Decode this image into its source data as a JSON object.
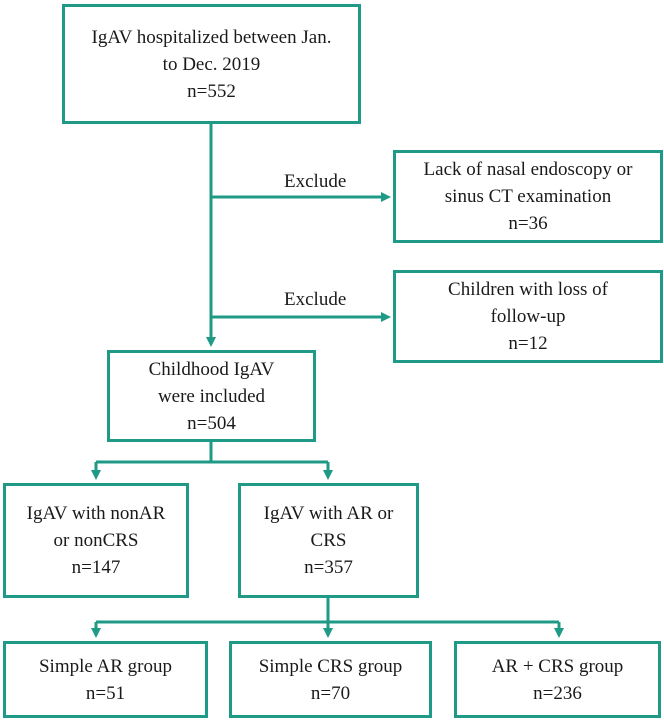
{
  "colors": {
    "border": "#1f9a86",
    "text": "#1a1a1a",
    "background": "#ffffff"
  },
  "boxes": {
    "hospitalized": {
      "lines": [
        "IgAV hospitalized between  Jan.",
        "to Dec. 2019",
        "n=552"
      ]
    },
    "lack_endoscopy": {
      "lines": [
        "Lack of nasal endoscopy or",
        "sinus CT examination",
        "n=36"
      ]
    },
    "loss_followup": {
      "lines": [
        "Children with loss of",
        "follow-up",
        "n=12"
      ]
    },
    "childhood_included": {
      "lines": [
        "Childhood IgAV",
        "were included",
        "n=504"
      ]
    },
    "non_ar_crs": {
      "lines": [
        "IgAV with nonAR",
        "or nonCRS",
        "n=147"
      ]
    },
    "ar_or_crs": {
      "lines": [
        "IgAV with AR or",
        "CRS",
        "n=357"
      ]
    },
    "simple_ar": {
      "lines": [
        "Simple AR group",
        "n=51"
      ]
    },
    "simple_crs": {
      "lines": [
        "Simple CRS group",
        "n=70"
      ]
    },
    "ar_crs": {
      "lines": [
        "AR + CRS group",
        "n=236"
      ]
    }
  },
  "labels": {
    "exclude_1": "Exclude",
    "exclude_2": "Exclude"
  }
}
